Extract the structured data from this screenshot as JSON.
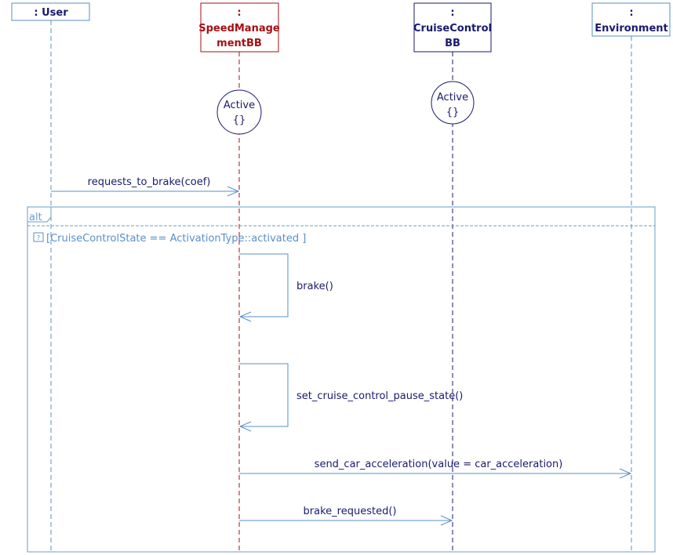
{
  "colors": {
    "navy": "#1a1a6e",
    "red": "#a50f15",
    "blue_line": "#5a8fc8",
    "frame": "#6a9cc8",
    "guard_text": "#5a8fc8"
  },
  "lifelines": [
    {
      "id": "user",
      "colon": ":",
      "name": ": User",
      "color": "navy"
    },
    {
      "id": "speed",
      "colon": ":",
      "name1": "SpeedManage",
      "name2": "mentBB",
      "color": "red"
    },
    {
      "id": "cruise",
      "colon": ":",
      "name1": "CruiseControl",
      "name2": "BB",
      "color": "navy"
    },
    {
      "id": "env",
      "colon": ":",
      "name": "Environment",
      "color": "navy"
    }
  ],
  "states": [
    {
      "owner": "speed",
      "line1": "Active",
      "line2": "{}"
    },
    {
      "owner": "cruise",
      "line1": "Active",
      "line2": "{}"
    }
  ],
  "fragment": {
    "operator": "alt",
    "guard": "[CruiseControlState == ActivationType::activated  ]"
  },
  "messages": [
    {
      "from": "user",
      "to": "speed",
      "label": "requests_to_brake(coef)"
    },
    {
      "from": "speed",
      "to": "speed",
      "label": "brake()"
    },
    {
      "from": "speed",
      "to": "speed",
      "label": "set_cruise_control_pause_state()"
    },
    {
      "from": "speed",
      "to": "env",
      "label": "send_car_acceleration(value = car_acceleration)"
    },
    {
      "from": "speed",
      "to": "cruise",
      "label": "brake_requested()"
    }
  ]
}
